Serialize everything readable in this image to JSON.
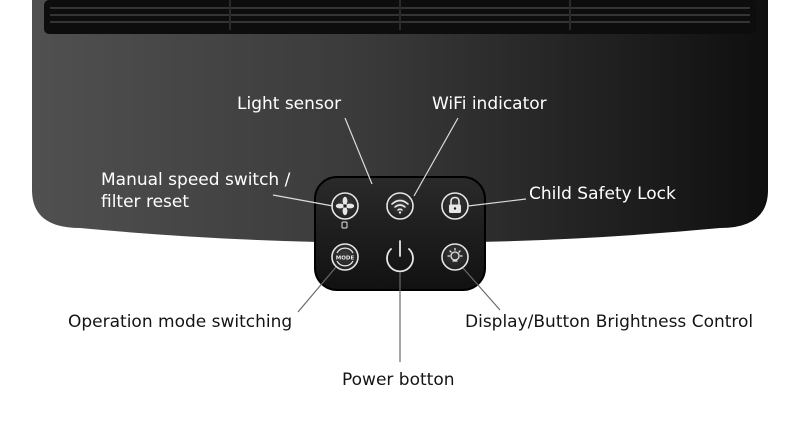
{
  "labels": {
    "light_sensor": "Light sensor",
    "wifi_indicator": "WiFi indicator",
    "manual_speed_line1": "Manual speed switch /",
    "manual_speed_line2": "filter reset",
    "child_safety_lock": "Child Safety Lock",
    "operation_mode": "Operation mode switching",
    "display_brightness": "Display/Button Brightness Control",
    "power_button": "Power botton"
  },
  "buttons": {
    "mode_glyph": "MODE"
  },
  "icons": [
    "fan-icon",
    "wifi-icon",
    "lock-icon",
    "mode-icon",
    "power-icon",
    "bulb-icon"
  ],
  "colors": {
    "device_body": "#3d3d3d",
    "panel": "#1a1a1a",
    "icon_stroke": "#e6e6e6",
    "leader_line_light": "#dcdcdc",
    "leader_line_dark": "#555555"
  }
}
